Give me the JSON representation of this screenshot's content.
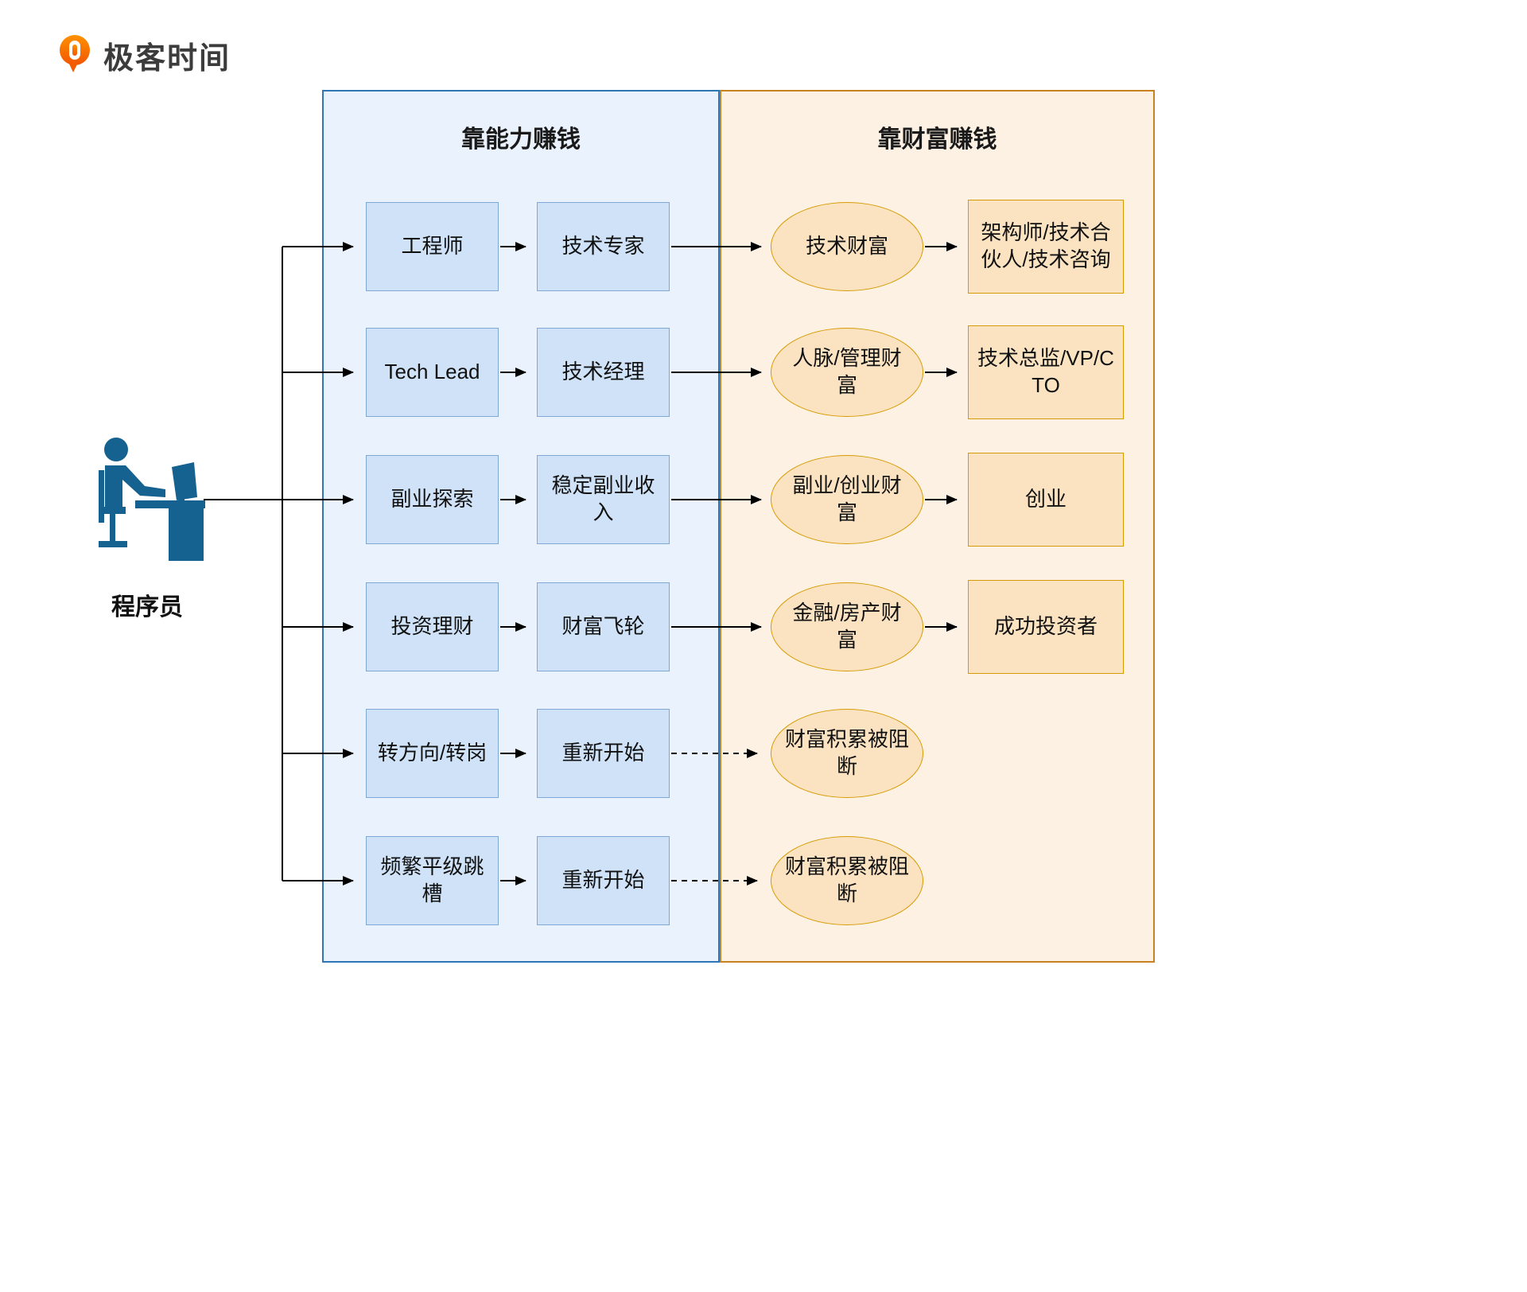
{
  "brand": {
    "logo_text": "极客时间",
    "logo_icon": "geektime-logo-icon",
    "logo_color": "#f86400"
  },
  "actor": {
    "label": "程序员",
    "icon": "programmer-at-desk-icon",
    "icon_color": "#15618f"
  },
  "panels": {
    "ability": {
      "title": "靠能力赚钱",
      "fill": "#eaf3fd",
      "border": "#2e76b6"
    },
    "wealth": {
      "title": "靠财富赚钱",
      "fill": "#fdf1e3",
      "border": "#c8821f"
    }
  },
  "node_colors": {
    "blue_box_fill": "#cfe2f7",
    "blue_box_border": "#7fa8d6",
    "orange_fill": "#fbe3c2",
    "orange_border": "#d79b00"
  },
  "flow": {
    "rows": [
      {
        "stage1": "工程师",
        "stage2": "技术专家",
        "wealth": "技术财富",
        "outcome": "架构师/技术合伙人/技术咨询",
        "link_to_wealth": "solid"
      },
      {
        "stage1": "Tech Lead",
        "stage2": "技术经理",
        "wealth": "人脉/管理财富",
        "outcome": "技术总监/VP/CTO",
        "link_to_wealth": "solid"
      },
      {
        "stage1": "副业探索",
        "stage2": "稳定副业收入",
        "wealth": "副业/创业财富",
        "outcome": "创业",
        "link_to_wealth": "solid"
      },
      {
        "stage1": "投资理财",
        "stage2": "财富飞轮",
        "wealth": "金融/房产财富",
        "outcome": "成功投资者",
        "link_to_wealth": "solid"
      },
      {
        "stage1": "转方向/转岗",
        "stage2": "重新开始",
        "wealth": "财富积累被阻断",
        "outcome": null,
        "link_to_wealth": "dashed"
      },
      {
        "stage1": "频繁平级跳槽",
        "stage2": "重新开始",
        "wealth": "财富积累被阻断",
        "outcome": null,
        "link_to_wealth": "dashed"
      }
    ]
  }
}
